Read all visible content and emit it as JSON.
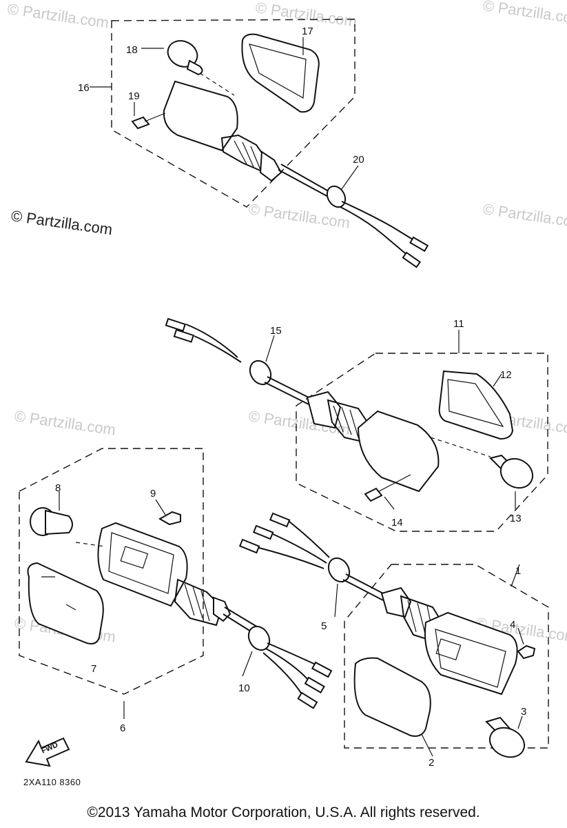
{
  "watermark": {
    "main": "© Partzilla.com",
    "faint": "© Partzilla.com"
  },
  "parts": {
    "p1": "1",
    "p2": "2",
    "p3": "3",
    "p4": "4",
    "p5": "5",
    "p6": "6",
    "p7": "7",
    "p8": "8",
    "p9": "9",
    "p10": "10",
    "p11": "11",
    "p12": "12",
    "p13": "13",
    "p14": "14",
    "p15": "15",
    "p16": "16",
    "p17": "17",
    "p18": "18",
    "p19": "19",
    "p20": "20"
  },
  "fwd_label": "FWD",
  "diagram_code": "2XA110 8360",
  "copyright": "©2013  Yamaha Motor Corporation, U.S.A. All rights reserved."
}
